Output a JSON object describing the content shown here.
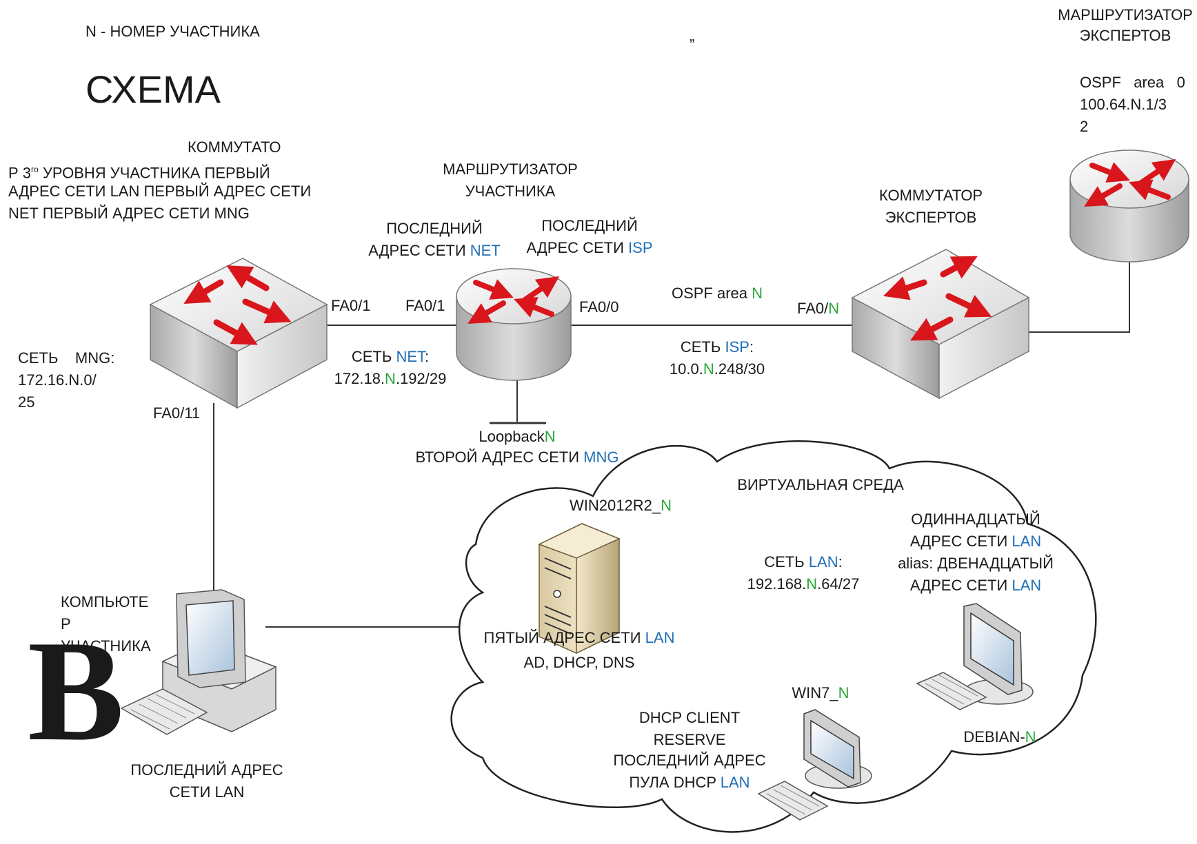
{
  "header": {
    "legend": "N - НОМЕР УЧАСТНИКА",
    "quote_mark": "„",
    "title": "СХЕМА"
  },
  "expert_router": {
    "title_line1": "МАРШРУТИЗАТОР",
    "title_line2": "ЭКСПЕРТОВ",
    "ospf": "OSPF   area   0",
    "addr_line1": "100.64.N.1/3",
    "addr_line2": "2"
  },
  "l3_switch": {
    "line1": "КОММУТАТО",
    "line2_a": "Р 3",
    "line2_sup": "го",
    "line2_b": " УРОВНЯ УЧАСТНИКА ПЕРВЫЙ",
    "line3": "АДРЕС СЕТИ LAN ПЕРВЫЙ АДРЕС СЕТИ",
    "line4": "NET ПЕРВЫЙ АДРЕС СЕТИ MNG",
    "port_right": "FA0/1",
    "port_down": "FA0/11"
  },
  "mng_net": {
    "line1": "СЕТЬ    MNG:",
    "line2": "172.16.N.0/",
    "line3": "25"
  },
  "participant_router": {
    "title_line1": "МАРШРУТИЗАТОР",
    "title_line2": "УЧАСТНИКА",
    "net_last_line1": "ПОСЛЕДНИЙ",
    "net_last_line2_a": "АДРЕС СЕТИ ",
    "net_last_line2_b": "NET",
    "isp_last_line1": "ПОСЛЕДНИЙ",
    "isp_last_line2_a": "АДРЕС СЕТИ ",
    "isp_last_line2_b": "ISP",
    "port_left": "FA0/1",
    "port_right": "FA0/0",
    "loopback_a": "Loopback",
    "loopback_b": "N",
    "mng_second_a": "ВТОРОЙ АДРЕС СЕТИ ",
    "mng_second_b": "MNG"
  },
  "net_link": {
    "line1_a": "СЕТЬ ",
    "line1_b": "NET",
    "line1_c": ":",
    "line2_a": "172.18.",
    "line2_b": "N",
    "line2_c": ".192/29"
  },
  "isp_link": {
    "ospf_a": "OSPF area ",
    "ospf_b": "N",
    "line1_a": "СЕТЬ ",
    "line1_b": "ISP",
    "line1_c": ":",
    "line2_a": "10.0.",
    "line2_b": "N",
    "line2_c": ".248/30"
  },
  "expert_switch": {
    "title_line1": "КОММУТАТОР",
    "title_line2": "ЭКСПЕРТОВ",
    "port_a": "FA0/",
    "port_b": "N"
  },
  "pc": {
    "line1": "КОМПЬЮТЕ",
    "line2": "Р",
    "line3": "УЧАСТНИКА",
    "big_letter": "B",
    "addr_line1": "ПОСЛЕДНИЙ АДРЕС",
    "addr_line2": "СЕТИ LAN"
  },
  "cloud": {
    "title": "ВИРТУАЛЬНАЯ СРЕДА",
    "lan_line1_a": "СЕТЬ ",
    "lan_line1_b": "LAN",
    "lan_line1_c": ":",
    "lan_line2_a": "192.168.",
    "lan_line2_b": "N",
    "lan_line2_c": ".64/27"
  },
  "win2012": {
    "name_a": "WIN2012R2_",
    "name_b": "N",
    "addr_a": "ПЯТЫЙ АДРЕС СЕТИ ",
    "addr_b": "LAN",
    "roles": "AD, DHCP, DNS"
  },
  "debian": {
    "addr1_line1": "ОДИННАДЦАТЫЙ",
    "addr1_line2_a": "АДРЕС СЕТИ ",
    "addr1_line2_b": "LAN",
    "alias_line1": "alias: ДВЕНАДЦАТЫЙ",
    "alias_line2_a": "АДРЕС СЕТИ ",
    "alias_line2_b": "LAN",
    "name_a": "DEBIAN-",
    "name_b": "N"
  },
  "win7": {
    "name_a": "WIN7_",
    "name_b": "N",
    "line1": "DHCP CLIENT",
    "line2": "RESERVE",
    "line3": "ПОСЛЕДНИЙ АДРЕС",
    "line4_a": "ПУЛА DHCP ",
    "line4_b": "LAN"
  },
  "colors": {
    "blue": "#1f6fb5",
    "green": "#2aa73a",
    "arrow_red": "#d8161b",
    "device_gray": "#b9b9b9"
  }
}
